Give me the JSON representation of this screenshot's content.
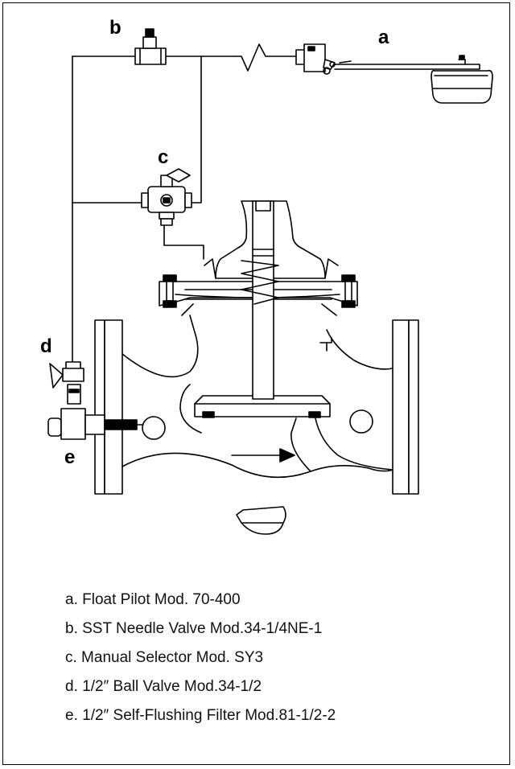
{
  "callouts": {
    "a": "a",
    "b": "b",
    "c": "c",
    "d": "d",
    "e": "e"
  },
  "legend": [
    "a. Float Pilot Mod. 70-400",
    "b. SST Needle Valve Mod.34-1/4NE-1",
    "c. Manual Selector Mod. SY3",
    "d. 1/2″ Ball Valve Mod.34-1/2",
    "e. 1/2″ Self-Flushing Filter Mod.81-1/2-2"
  ]
}
